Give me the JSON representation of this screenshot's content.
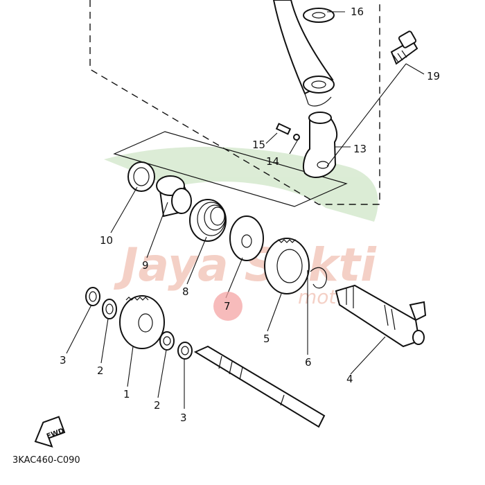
{
  "diagram_code": "3KAC460-C090",
  "fwd_label": "FWD",
  "watermark": {
    "line1": "Jaya Sakti",
    "line2": "motor",
    "color": "#e07a5f"
  },
  "highlight_color": "#f4a4a4",
  "callouts": [
    {
      "id": "1",
      "label": "1"
    },
    {
      "id": "2a",
      "label": "2"
    },
    {
      "id": "2b",
      "label": "2"
    },
    {
      "id": "3a",
      "label": "3"
    },
    {
      "id": "3b",
      "label": "3"
    },
    {
      "id": "4",
      "label": "4"
    },
    {
      "id": "5",
      "label": "5"
    },
    {
      "id": "6",
      "label": "6"
    },
    {
      "id": "7",
      "label": "7",
      "highlighted": true
    },
    {
      "id": "8",
      "label": "8"
    },
    {
      "id": "9",
      "label": "9"
    },
    {
      "id": "10",
      "label": "10"
    },
    {
      "id": "13",
      "label": "13"
    },
    {
      "id": "14",
      "label": "14"
    },
    {
      "id": "15",
      "label": "15"
    },
    {
      "id": "16",
      "label": "16"
    },
    {
      "id": "19",
      "label": "19"
    }
  ]
}
